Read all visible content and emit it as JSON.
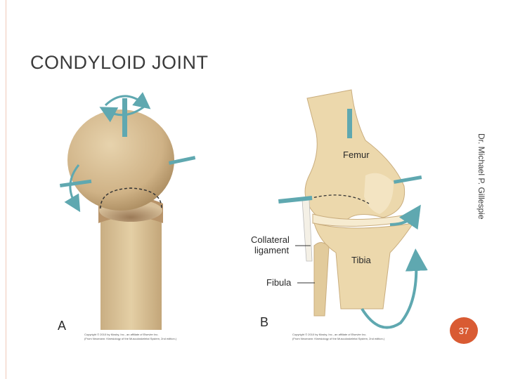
{
  "slide": {
    "title": "CONDYLOID JOINT",
    "author": "Dr. Michael P. Gillespie",
    "page_number": "37"
  },
  "figure_a": {
    "panel_label": "A",
    "copyright_line1": "Copyright © 2010 by Mosby, Inc., an affiliate of Elsevier Inc.",
    "copyright_line2": "(From Neumann: Kinesiology of the Musculoskeletal System, 2nd edition.)"
  },
  "figure_b": {
    "panel_label": "B",
    "labels": {
      "femur": "Femur",
      "tibia": "Tibia",
      "fibula": "Fibula",
      "collateral_line1": "Collateral",
      "collateral_line2": "ligament"
    },
    "copyright_line1": "Copyright © 2010 by Mosby, Inc., an affiliate of Elsevier Inc.",
    "copyright_line2": "(From Neumann: Kinesiology of the Musculoskeletal System, 2nd edition.)"
  },
  "colors": {
    "accent": "#d95b33",
    "bone": "#e8d4a6",
    "axis": "#5fa8b0"
  },
  "icons": [
    "rotation-arrow-icon",
    "curved-arrow-icon"
  ]
}
